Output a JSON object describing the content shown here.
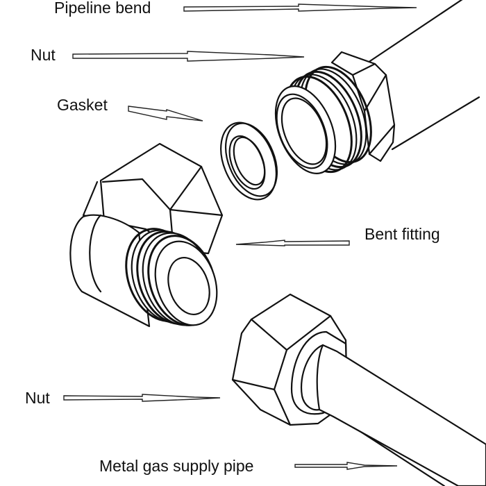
{
  "diagram": {
    "title": "Gas pipe connection assembly (exploded view)",
    "labels": {
      "pipeline_bend": "Pipeline bend",
      "nut_top": "Nut",
      "gasket": "Gasket",
      "bent_fitting": "Bent fitting",
      "nut_bottom": "Nut",
      "metal_pipe": "Metal gas supply pipe"
    },
    "colors": {
      "line": "#111111",
      "background": "#ffffff"
    }
  }
}
